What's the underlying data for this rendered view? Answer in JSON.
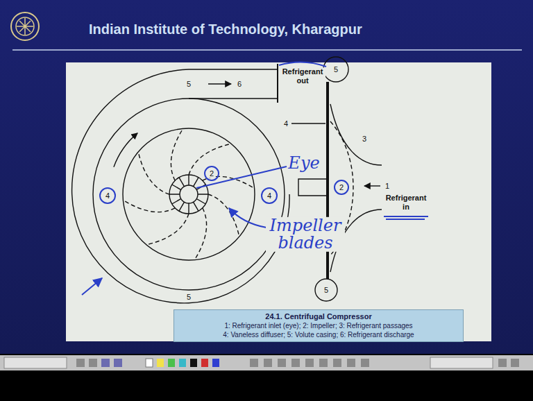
{
  "diagram": {
    "title": "Indian Institute of Technology, Kharagpur",
    "nodes": [
      {
        "text": [
          "24.1. Centrifugal Compressor",
          "1: Refrigerant inlet (eye); 2: Impeller; 3: Refrigerant passages",
          "4: Vaneless diffuser; 5: Volute casing; 6: Refrigerant discharge"
        ]
      }
    ],
    "labels": [
      "Refrigerant out",
      "6",
      "5",
      "4",
      "2",
      "4",
      "5",
      "Eye",
      "Impeller blades",
      "5",
      "4",
      "3",
      "2",
      "1",
      "Refrigerant in",
      "5"
    ]
  }
}
